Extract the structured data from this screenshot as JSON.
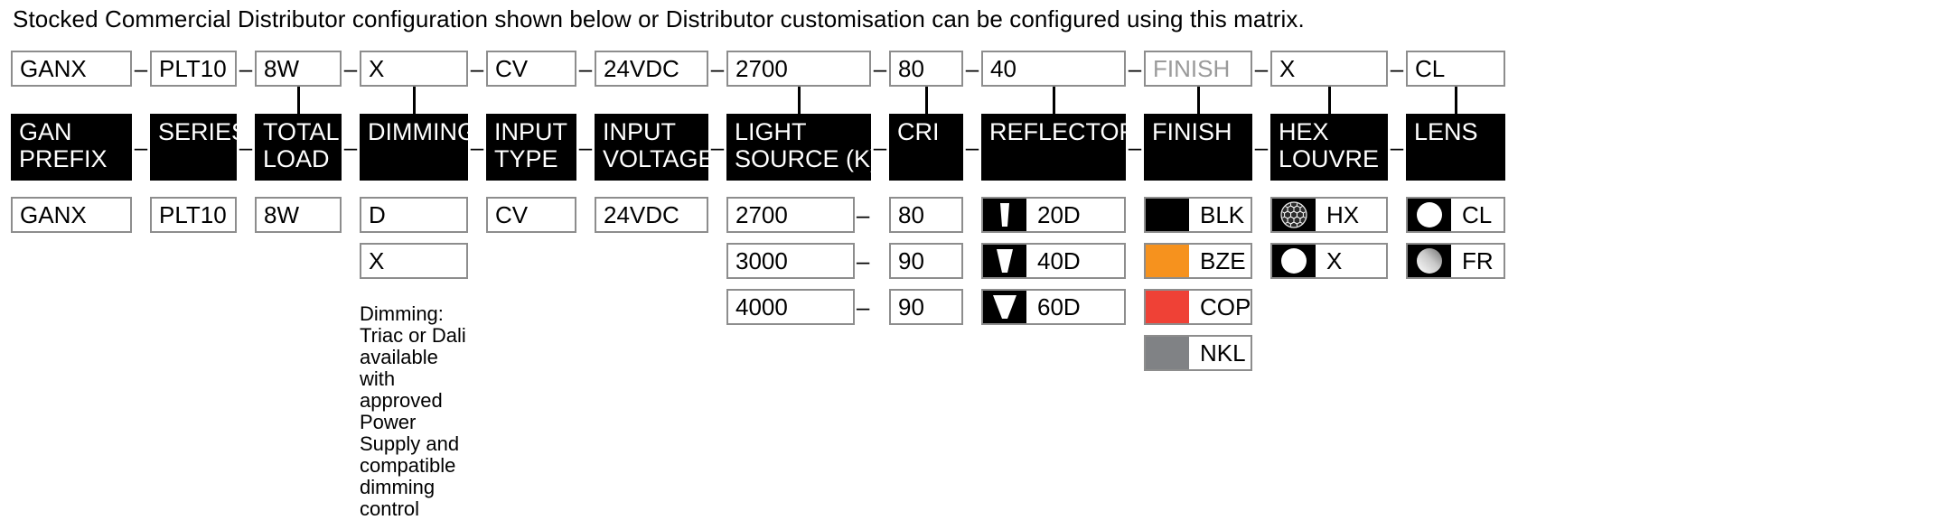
{
  "intro": "Stocked Commercial Distributor configuration shown below or Distributor customisation can be configured using this matrix.",
  "separator": "–",
  "colors": {
    "box_border": "#8d8d8d",
    "header_bg": "#000000",
    "header_fg": "#ffffff",
    "placeholder_text": "#9a9a9a",
    "blk": "#000000",
    "bze": "#f6921e",
    "cop": "#ef4136",
    "nkl": "#808285"
  },
  "columns": [
    {
      "key": "gan_prefix",
      "code": "GANX",
      "code_muted": false,
      "connector": false,
      "header": [
        "GAN",
        "PREFIX"
      ],
      "width": 134,
      "options": [
        {
          "label": "GANX"
        }
      ]
    },
    {
      "key": "series",
      "code": "PLT10",
      "code_muted": false,
      "connector": false,
      "header": [
        "SERIES",
        ""
      ],
      "width": 96,
      "options": [
        {
          "label": "PLT10"
        }
      ]
    },
    {
      "key": "total_load",
      "code": "8W",
      "code_muted": false,
      "connector": true,
      "header": [
        "TOTAL",
        "LOAD"
      ],
      "width": 96,
      "options": [
        {
          "label": "8W"
        }
      ]
    },
    {
      "key": "dimming",
      "code": "X",
      "code_muted": false,
      "connector": true,
      "header": [
        "DIMMING",
        ""
      ],
      "width": 120,
      "options": [
        {
          "label": "D"
        },
        {
          "label": "X"
        }
      ],
      "note": "Dimming: Triac or Dali\navailable with approved\nPower Supply and\ncompatible dimming control"
    },
    {
      "key": "input_type",
      "code": "CV",
      "code_muted": false,
      "connector": false,
      "header": [
        "INPUT",
        "TYPE"
      ],
      "width": 100,
      "options": [
        {
          "label": "CV"
        }
      ]
    },
    {
      "key": "input_voltage",
      "code": "24VDC",
      "code_muted": false,
      "connector": false,
      "header": [
        "INPUT",
        "VOLTAGE"
      ],
      "width": 126,
      "options": [
        {
          "label": "24VDC"
        }
      ]
    },
    {
      "key": "light_source",
      "code": "2700",
      "code_muted": false,
      "connector": true,
      "header": [
        "LIGHT",
        "SOURCE (K)"
      ],
      "width": 160,
      "options": [
        {
          "label": "2700"
        },
        {
          "label": "3000"
        },
        {
          "label": "4000"
        }
      ],
      "trailing_dash": true
    },
    {
      "key": "cri",
      "code": "80",
      "code_muted": false,
      "connector": true,
      "header": [
        "CRI",
        ""
      ],
      "width": 82,
      "options": [
        {
          "label": "80"
        },
        {
          "label": "90"
        },
        {
          "label": "90"
        }
      ]
    },
    {
      "key": "reflector",
      "code": "40",
      "code_muted": false,
      "connector": true,
      "header": [
        "REFLECTOR",
        ""
      ],
      "width": 160,
      "options": [
        {
          "label": "20D",
          "swatch": "cone-20"
        },
        {
          "label": "40D",
          "swatch": "cone-40"
        },
        {
          "label": "60D",
          "swatch": "cone-60"
        }
      ]
    },
    {
      "key": "finish",
      "code": "FINISH",
      "code_muted": true,
      "connector": true,
      "header": [
        "FINISH",
        ""
      ],
      "width": 120,
      "options": [
        {
          "label": "BLK",
          "swatch": "solid",
          "swatch_color": "#000000"
        },
        {
          "label": "BZE",
          "swatch": "solid",
          "swatch_color": "#f6921e"
        },
        {
          "label": "COP",
          "swatch": "solid",
          "swatch_color": "#ef4136"
        },
        {
          "label": "NKL",
          "swatch": "solid",
          "swatch_color": "#808285"
        }
      ]
    },
    {
      "key": "hex_louvre",
      "code": "X",
      "code_muted": false,
      "connector": true,
      "header": [
        "HEX",
        "LOUVRE"
      ],
      "width": 130,
      "options": [
        {
          "label": "HX",
          "swatch": "honeycomb"
        },
        {
          "label": "X",
          "swatch": "circle-white"
        }
      ]
    },
    {
      "key": "lens",
      "code": "CL",
      "code_muted": false,
      "connector": true,
      "header": [
        "LENS",
        ""
      ],
      "width": 110,
      "options": [
        {
          "label": "CL",
          "swatch": "circle-white"
        },
        {
          "label": "FR",
          "swatch": "circle-frosted"
        }
      ]
    }
  ]
}
